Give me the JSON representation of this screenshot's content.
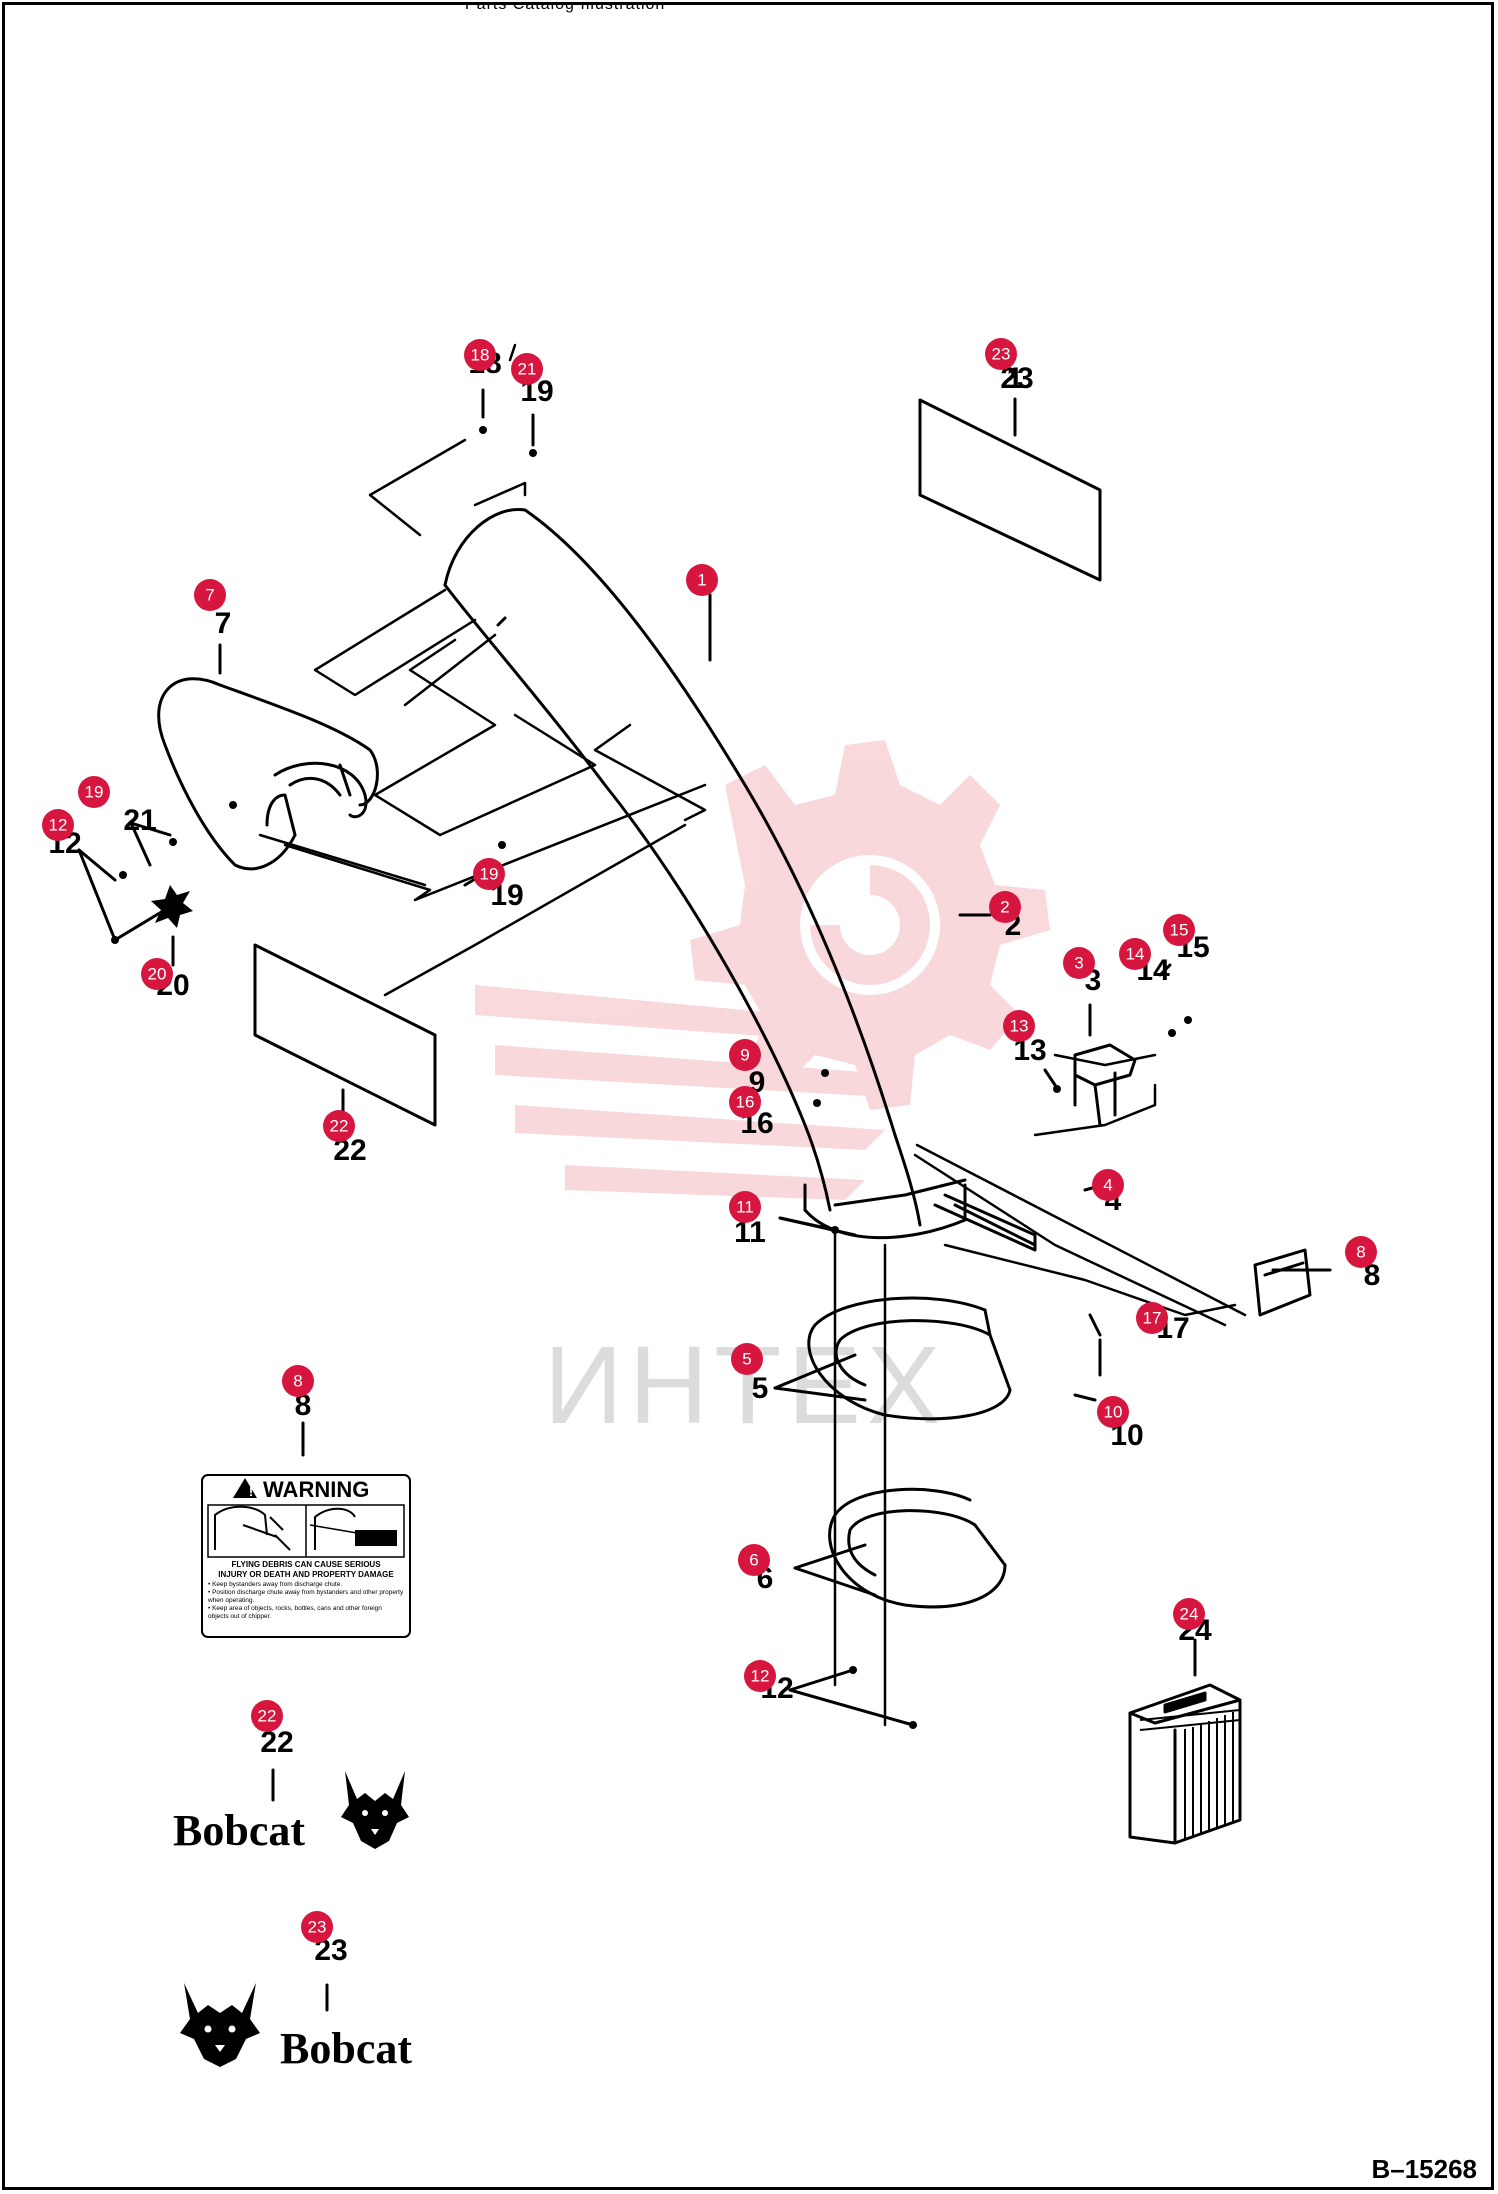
{
  "header": {
    "cut_text": "Parts Catalog Illustration"
  },
  "drawing_number": "B–15268",
  "watermark": {
    "text": "ИНТЕХ",
    "color": "#e01e37"
  },
  "accent_color": "#d6163e",
  "part_labels": [
    "1",
    "2",
    "3",
    "4",
    "5",
    "6",
    "7",
    "8",
    "9",
    "10",
    "11",
    "12",
    "13",
    "14",
    "15",
    "16",
    "17",
    "18",
    "19",
    "20",
    "21",
    "22",
    "23",
    "24"
  ],
  "callouts": [
    "1",
    "2",
    "3",
    "4",
    "5",
    "6",
    "7",
    "8",
    "8",
    "9",
    "10",
    "11",
    "12",
    "12",
    "13",
    "14",
    "15",
    "16",
    "17",
    "18",
    "19",
    "19",
    "20",
    "21",
    "22",
    "22",
    "23",
    "23",
    "24"
  ],
  "warning_decal": {
    "title": "WARNING",
    "line1": "FLYING DEBRIS CAN CAUSE SERIOUS",
    "line2": "INJURY OR DEATH AND PROPERTY DAMAGE",
    "bullet1": "• Keep bystanders away from discharge chute.",
    "bullet2": "• Position discharge chute away from bystanders and other property when operating.",
    "bullet3": "• Keep area of objects, rocks, bottles, cans and other foreign objects out of chipper."
  },
  "decal_22": {
    "label": "22",
    "brand": "Bobcat"
  },
  "decal_23": {
    "label": "23",
    "brand": "Bobcat"
  }
}
